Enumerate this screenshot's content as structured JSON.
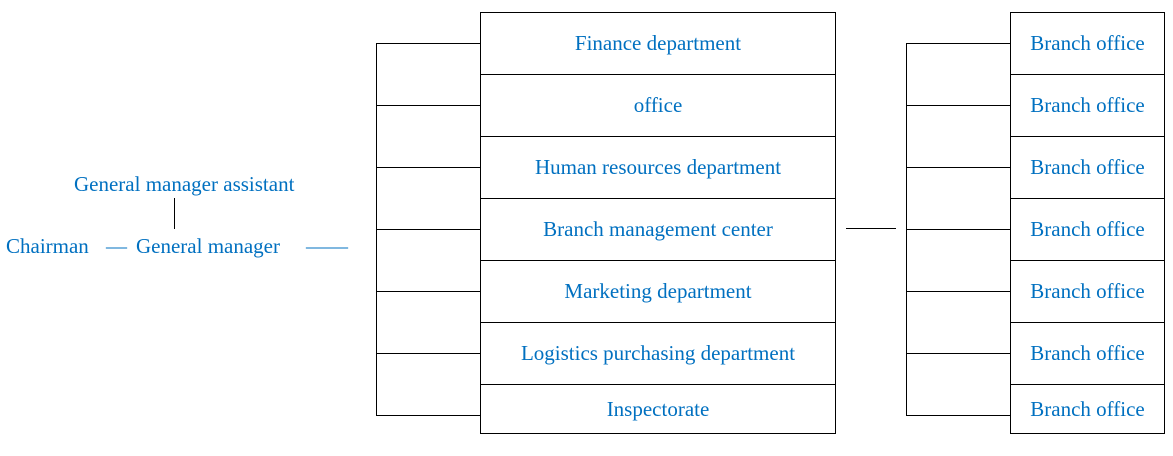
{
  "left": {
    "assistant": "General manager assistant",
    "chairman": "Chairman",
    "dash1": "—",
    "general_manager": "General manager",
    "dash2": "——"
  },
  "departments": [
    "Finance department",
    "office",
    "Human resources department",
    "Branch management center",
    "Marketing department",
    "Logistics purchasing department",
    "Inspectorate"
  ],
  "branches": [
    "Branch office",
    "Branch office",
    "Branch office",
    "Branch office",
    "Branch office",
    "Branch office",
    "Branch office"
  ],
  "colors": {
    "text": "#0070C0",
    "line": "#000000"
  }
}
